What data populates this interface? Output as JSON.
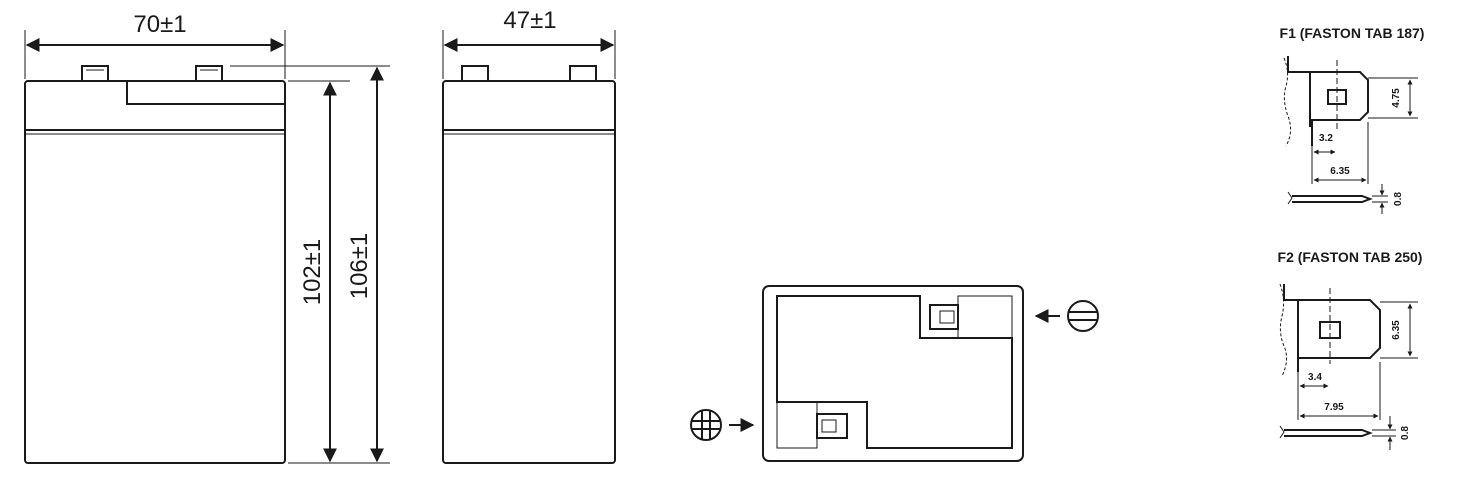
{
  "front_view": {
    "width_label": "70±1",
    "height_label": "102±1",
    "total_height_label": "106±1"
  },
  "side_view": {
    "width_label": "47±1"
  },
  "top_view": {
    "positive_symbol": "plus-terminal-icon",
    "negative_symbol": "minus-terminal-icon"
  },
  "f1": {
    "title": "F1 (FASTON TAB 187)",
    "dims": {
      "height": "4.75",
      "hole": "3.2",
      "length": "6.35",
      "thickness": "0.8"
    }
  },
  "f2": {
    "title": "F2 (FASTON TAB 250)",
    "dims": {
      "height": "6.35",
      "hole": "3.4",
      "length": "7.95",
      "thickness": "0.8"
    }
  },
  "colors": {
    "line": "#1a1a1a",
    "background": "#ffffff"
  }
}
